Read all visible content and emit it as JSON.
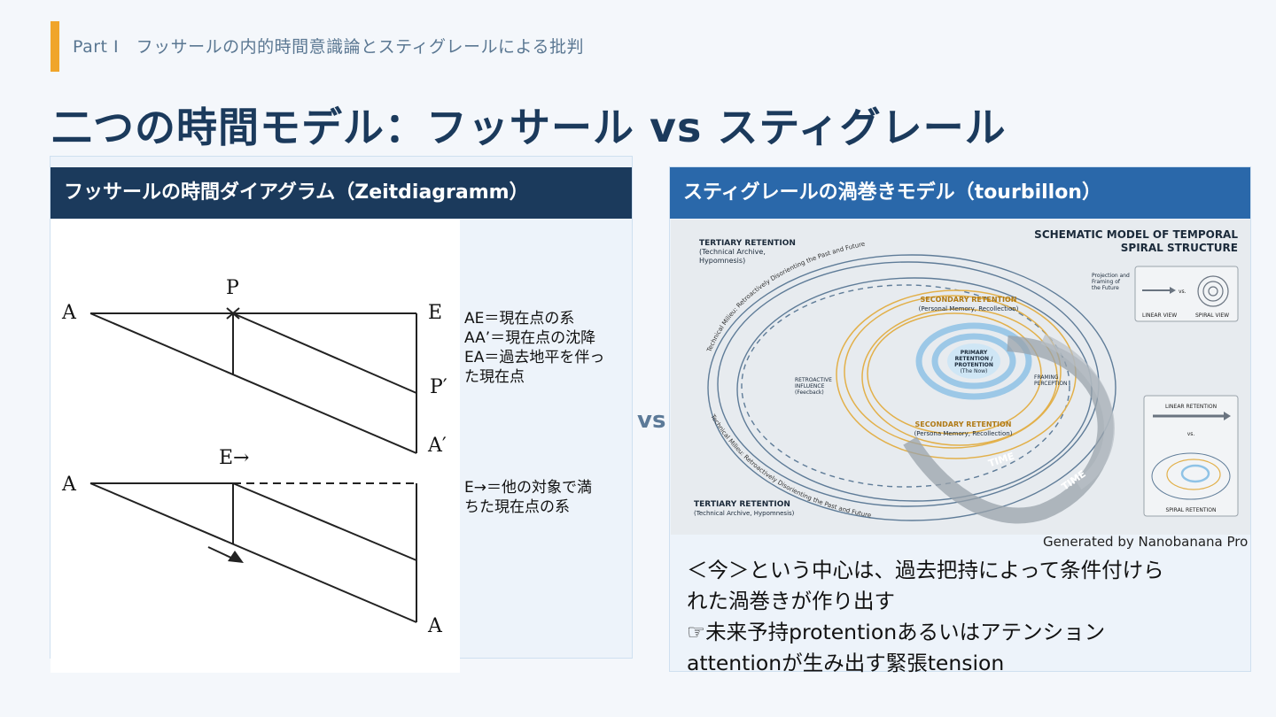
{
  "header": {
    "breadcrumb": "Part Ⅰ　フッサールの内的時間意識論とスティグレールによる批判",
    "title": "二つの時間モデル：フッサール vs スティグレール"
  },
  "left_panel": {
    "title": "フッサールの時間ダイアグラム（Zeitdiagramm）",
    "diagram_labels": {
      "a_top": "A",
      "p": "P",
      "e_top": "E",
      "p_prime": "P′",
      "a_prime": "A′",
      "e_arrow": "E→",
      "a_bottom": "A",
      "a_bottom_right": "A"
    },
    "legend_top": [
      "AE＝現在点の系",
      "AA’＝現在点の沈降",
      "EA＝過去地平を伴っ",
      "た現在点"
    ],
    "legend_bottom": [
      "E→＝他の対象で満",
      "ちた現在点の系"
    ]
  },
  "vs": "vs",
  "right_panel": {
    "title": "スティグレールの渦巻きモデル（tourbillon）",
    "figure": {
      "heading": [
        "SCHEMATIC MODEL OF TEMPORAL",
        "SPIRAL STRUCTURE"
      ],
      "tertiary_top": [
        "TERTIARY RETENTION",
        "(Technical Archive,",
        "Hypomnesis)"
      ],
      "tertiary_bottom": [
        "TERTIARY RETENTION",
        "(Technical Archive, Hypomnesis)"
      ],
      "milieu_text": "Technical Milieu: Retroactively Disorienting the Past and Future",
      "secondary_top": [
        "SECONDARY RETENTION",
        "(Personal Memory, Recollection)"
      ],
      "secondary_bottom": [
        "SECONDARY RETENTION",
        "(Persona  Memory, Recollection)"
      ],
      "primary": [
        "PRIMARY",
        "RETENTION /",
        "PROTENTION",
        "(The Now)"
      ],
      "retroactive": [
        "RETROACTIVE",
        "INFLUENCE",
        "(Feecback)"
      ],
      "framing": [
        "FRAMING",
        "PERCEPTION"
      ],
      "projection": [
        "Projection and",
        "Framing of",
        "the Future"
      ],
      "time_1": "TIME",
      "time_2": "TIME",
      "vs_small": "vs.",
      "linear_view": "LINEAR VIEW",
      "spiral_view": "SPIRAL VIEW",
      "linear_retention": "LINEAR RETENTION",
      "spiral_retention": "SPIRAL RETENTION"
    },
    "credit": "Generated by Nanobanana Pro",
    "caption": [
      "＜今＞という中心は、過去把持によって条件付けら",
      "れた渦巻きが作り出す",
      "☞未来予持protentionあるいはアテンション",
      "attentionが生み出す緊張tension"
    ]
  },
  "colors": {
    "accent": "#f0a52a",
    "navy": "#1b3a5c",
    "blue_header": "#2a68aa",
    "secondary_gold": "#e2b04a",
    "primary_blue": "#8fc3e6"
  }
}
